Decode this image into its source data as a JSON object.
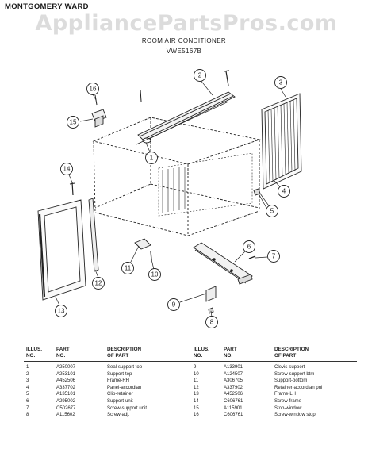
{
  "header": {
    "brand": "MONTGOMERY WARD",
    "watermark": "AppliancePartsPros.com",
    "title": "ROOM AIR CONDITIONER",
    "model": "VWE5167B"
  },
  "callouts": [
    "1",
    "2",
    "3",
    "4",
    "5",
    "6",
    "7",
    "8",
    "9",
    "10",
    "11",
    "12",
    "13",
    "14",
    "15",
    "16"
  ],
  "table": {
    "headers": {
      "illus": [
        "ILLUS.",
        "NO."
      ],
      "part": [
        "PART",
        "NO."
      ],
      "desc": [
        "DESCRIPTION",
        "OF PART"
      ]
    },
    "left": [
      {
        "no": "1",
        "part": "A250007",
        "desc": "Seal-support top"
      },
      {
        "no": "2",
        "part": "A253101",
        "desc": "Support-top"
      },
      {
        "no": "3",
        "part": "A452506",
        "desc": "Frame-RH"
      },
      {
        "no": "4",
        "part": "A337702",
        "desc": "Panel-accordian"
      },
      {
        "no": "5",
        "part": "A135101",
        "desc": "Clip-retainer"
      },
      {
        "no": "6",
        "part": "A295002",
        "desc": "Support-unit"
      },
      {
        "no": "7",
        "part": "C502677",
        "desc": "Screw-support unit"
      },
      {
        "no": "8",
        "part": "A115602",
        "desc": "Screw-adj."
      }
    ],
    "right": [
      {
        "no": "9",
        "part": "A133901",
        "desc": "Clevis-support"
      },
      {
        "no": "10",
        "part": "A124507",
        "desc": "Screw-support btm"
      },
      {
        "no": "11",
        "part": "A306705",
        "desc": "Support-bottom"
      },
      {
        "no": "12",
        "part": "A337902",
        "desc": "Retainer-accordian pnl"
      },
      {
        "no": "13",
        "part": "A452506",
        "desc": "Frame-LH"
      },
      {
        "no": "14",
        "part": "C606761",
        "desc": "Screw-frame"
      },
      {
        "no": "15",
        "part": "A115901",
        "desc": "Stop-window"
      },
      {
        "no": "16",
        "part": "C606761",
        "desc": "Screw-window stop"
      }
    ]
  }
}
